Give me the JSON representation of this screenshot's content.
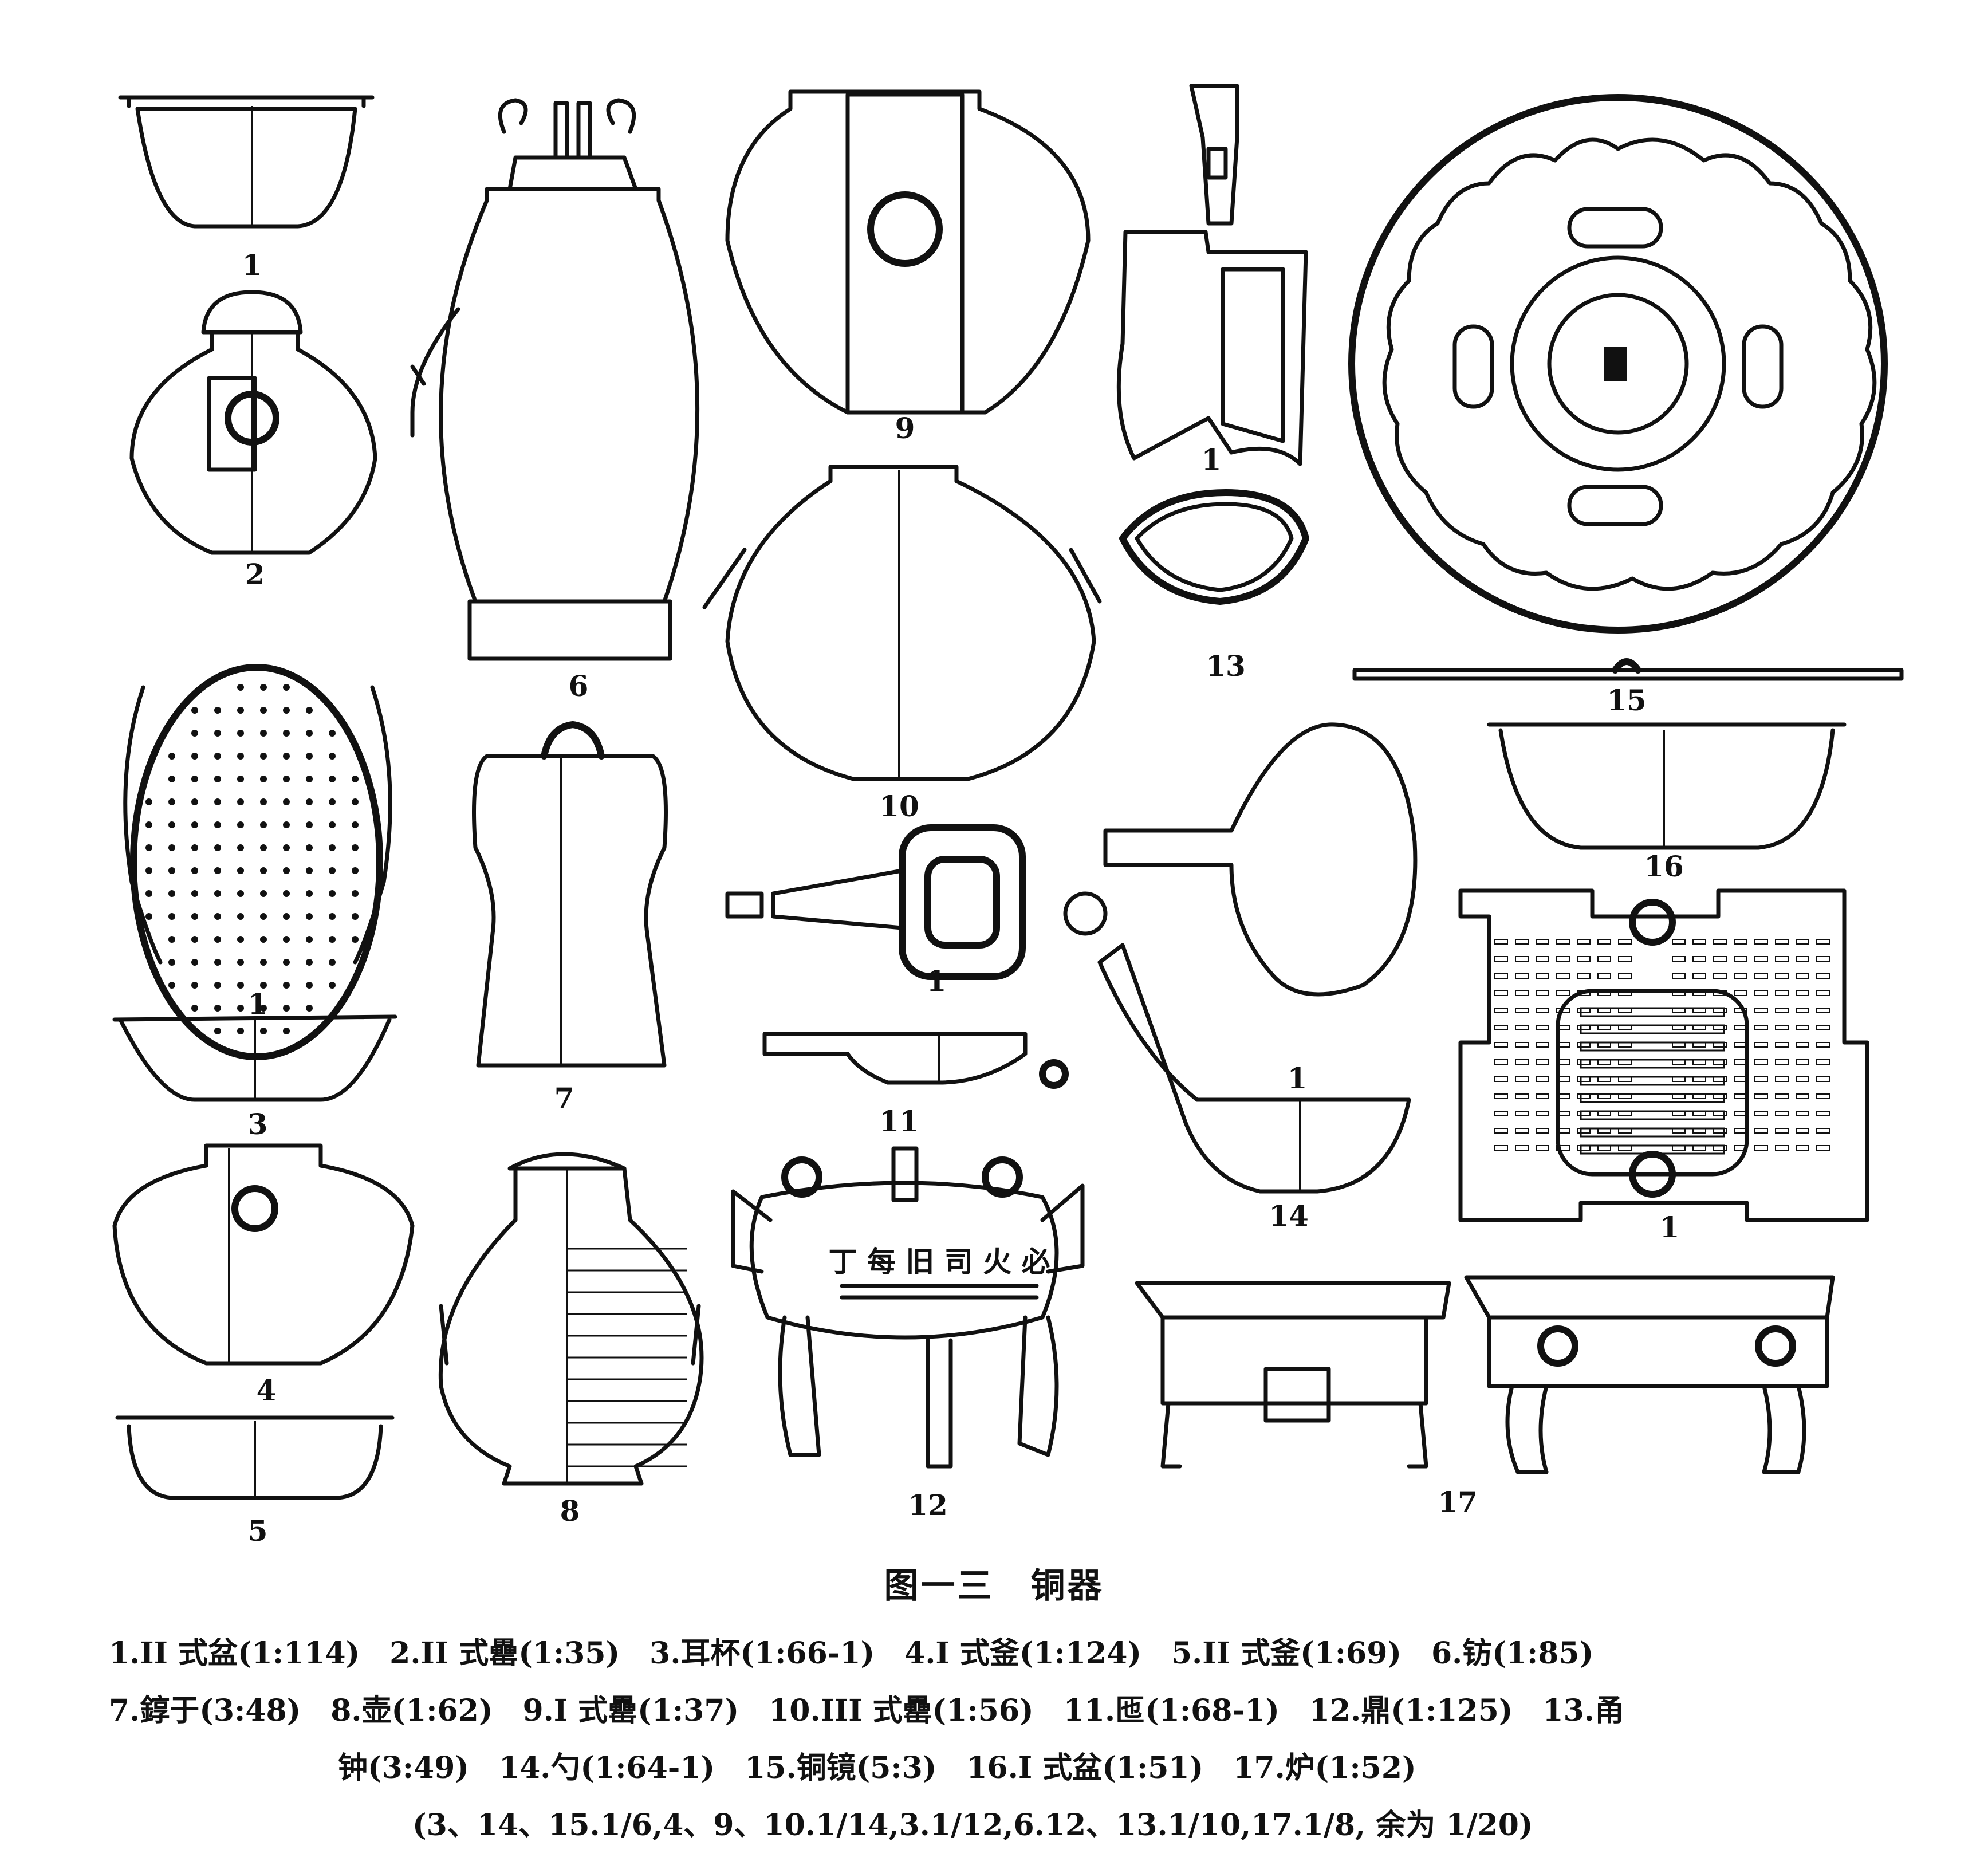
{
  "figure": {
    "title": "图一三　铜器",
    "labels": [
      "1",
      "2",
      "3",
      "4",
      "5",
      "6",
      "7",
      "8",
      "9",
      "10",
      "11",
      "12",
      "13",
      "14",
      "15",
      "16",
      "17"
    ],
    "sublabels": [
      "1",
      "1",
      "1",
      "1",
      "1"
    ],
    "inscription": "丁 每 旧 司 火 必",
    "caption_lines": [
      "1.II 式盆(1:114)　2.II 式罍(1:35)　3.耳杯(1:66-1)　4.I 式釜(1:124)　5.II 式釜(1:69)　6.钫(1:85)",
      "7.錞于(3:48)　8.壶(1:62)　9.I 式罍(1:37)　10.III 式罍(1:56)　11.匜(1:68-1)　12.鼎(1:125)　13.甬",
      "钟(3:49)　14.勺(1:64-1)　15.铜镜(5:3)　16.I 式盆(1:51)　17.炉(1:52)",
      "(3、14、15.1/6,4、9、10.1/14,3.1/12,6.12、13.1/10,17.1/8, 余为 1/20)"
    ]
  }
}
